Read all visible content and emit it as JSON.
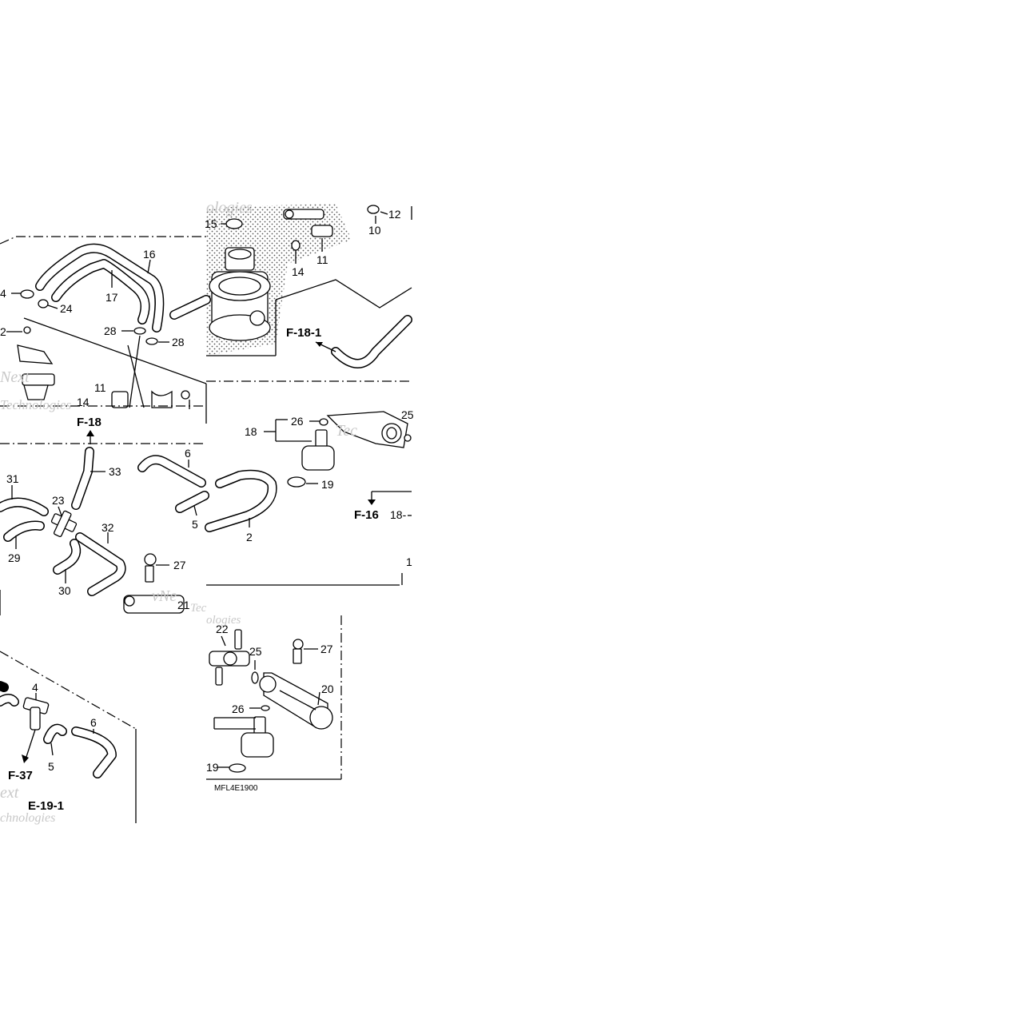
{
  "diagram": {
    "callouts": {
      "c15": "15",
      "c12": "12",
      "c10": "10",
      "c11a": "11",
      "c14a": "14",
      "c16": "16",
      "c17": "17",
      "c4a": "4",
      "c24": "24",
      "c28a": "28",
      "c28b": "28",
      "c2a": "2",
      "c11b": "11",
      "c14b": "14",
      "c26a": "26",
      "c18a": "18",
      "c19a": "19",
      "c25a": "25",
      "c18b": "18-",
      "c31": "31",
      "c33": "33",
      "c6a": "6",
      "c23": "23",
      "c32": "32",
      "c5a": "5",
      "c2b": "2",
      "c29": "29",
      "c30": "30",
      "c27a": "27",
      "c21": "21",
      "c1": "1",
      "c22": "22",
      "c25b": "25",
      "c27b": "27",
      "c20": "20",
      "c26b": "26",
      "c19b": "19",
      "c4b": "4",
      "c6b": "6",
      "c5b": "5"
    },
    "refs": {
      "f181": "F-18-1",
      "f18": "F-18",
      "f16": "F-16",
      "f37": "F-37",
      "e191": "E-19-1"
    },
    "diagram_code": "MFL4E1900",
    "watermark": {
      "w1": "ologies",
      "w2": "Next",
      "w3": "Technologies",
      "w4": "Tec",
      "w5": "vNe",
      "w6": "Tec",
      "w7": "ologies",
      "w8": "ext",
      "w9": "chnologies"
    }
  }
}
